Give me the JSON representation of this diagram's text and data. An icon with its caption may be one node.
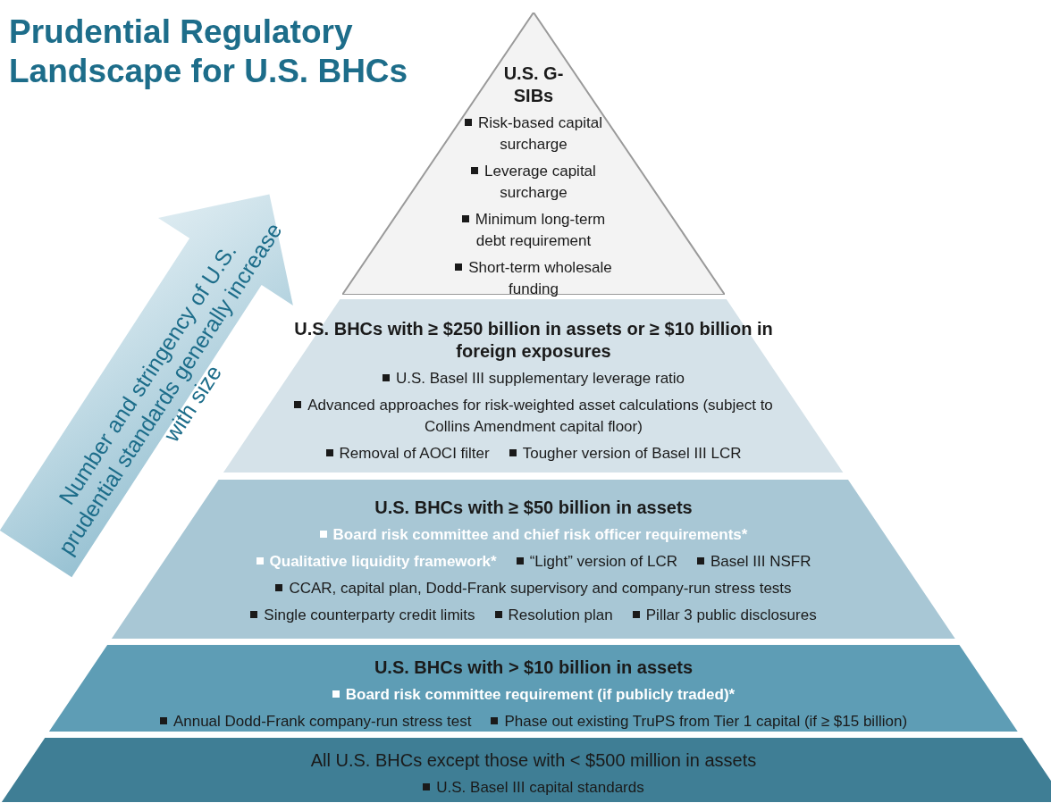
{
  "diagram": {
    "title": "Prudential Regulatory Landscape for U.S. BHCs",
    "nodes": [
      {
        "text": [
          "U.S. G-SIBs",
          "Risk-based capital surcharge",
          "Leverage capital surcharge",
          "Minimum long-term debt requirement",
          "Short-term wholesale funding"
        ]
      },
      {
        "text": [
          "U.S. BHCs with ≥ $250 billion in assets or ≥ $10 billion in foreign exposures",
          "U.S. Basel III supplementary leverage  ratio",
          "Advanced approaches for risk-weighted asset calculations (subject to Collins Amendment capital floor)",
          "Removal of AOCI filter",
          "Tougher version of Basel III LCR"
        ]
      },
      {
        "text": [
          "U.S. BHCs with ≥ $50 billion in assets",
          "Board risk committee and chief risk officer requirements*",
          "Qualitative liquidity framework*",
          "“Light” version of LCR",
          "Basel III NSFR",
          "CCAR, capital plan, Dodd-Frank supervisory and company-run stress tests",
          "Single counterparty credit limits",
          "Resolution plan",
          "Pillar 3 public disclosures"
        ]
      },
      {
        "text": [
          "U.S. BHCs with > $10 billion in assets",
          "Board risk committee requirement (if publicly traded)*",
          "Annual Dodd-Frank company-run stress test",
          "Phase out existing TruPS from Tier 1 capital (if ≥ $15 billion)"
        ]
      },
      {
        "text": [
          "All U.S. BHCs except those with < $500 million in assets",
          "U.S. Basel III capital standards"
        ]
      }
    ],
    "labels": [
      "Number and stringency of U.S. prudential standards generally increase with size"
    ]
  }
}
